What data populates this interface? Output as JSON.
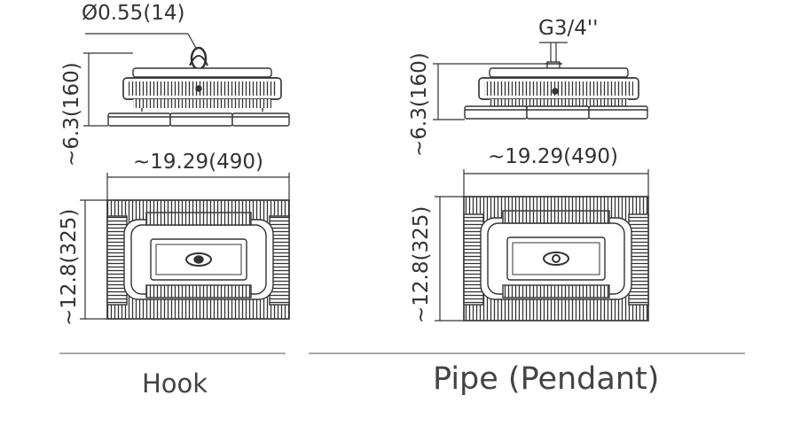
{
  "hook": {
    "hook_diameter": "Ø0.55(14)",
    "height": "~6.3(160)",
    "width": "~19.29(490)",
    "depth": "~12.8(325)",
    "caption": "Hook"
  },
  "pendant": {
    "thread": "G3/4''",
    "height": "~6.3(160)",
    "width": "~19.29(490)",
    "depth": "~12.8(325)",
    "caption": "Pipe (Pendant)"
  },
  "colors": {
    "line": "#333333",
    "fill": "#ffffff",
    "divider": "#777777"
  }
}
